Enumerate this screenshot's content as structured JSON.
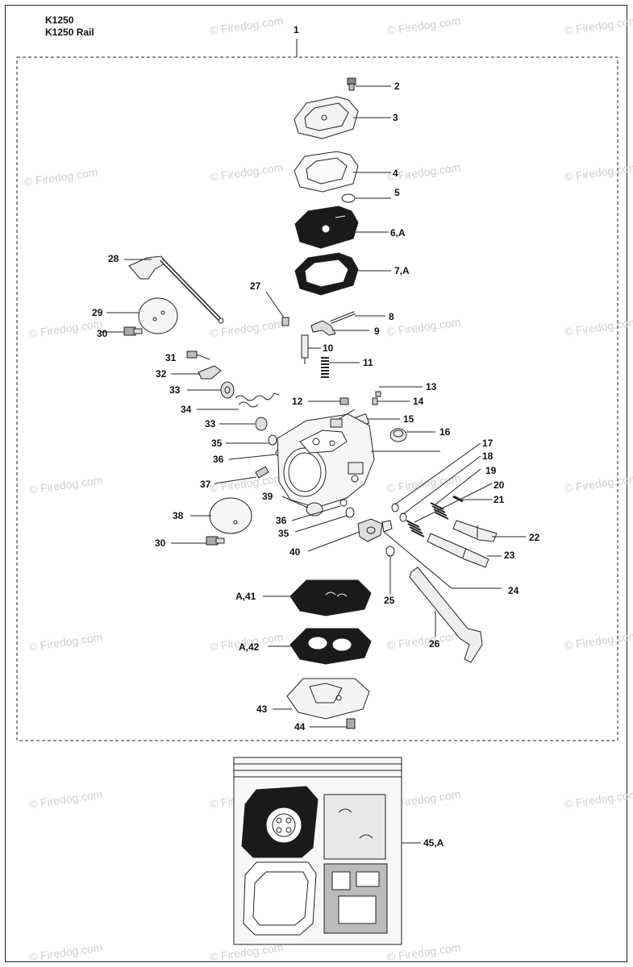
{
  "header": {
    "model_1": "K1250",
    "model_2": "K1250 Rail"
  },
  "watermark": "© Firedog.com",
  "labels": {
    "l1": "1",
    "l2": "2",
    "l3": "3",
    "l4": "4",
    "l5": "5",
    "l6": "6,A",
    "l7": "7,A",
    "l8": "8",
    "l9": "9",
    "l10": "10",
    "l11": "11",
    "l12": "12",
    "l13": "13",
    "l14": "14",
    "l15": "15",
    "l16": "16",
    "l17": "17",
    "l18": "18",
    "l19": "19",
    "l20": "20",
    "l21": "21",
    "l22": "22",
    "l23": "23",
    "l24": "24",
    "l25": "25",
    "l26": "26",
    "l27": "27",
    "l28": "28",
    "l29": "29",
    "l30a": "30",
    "l30b": "30",
    "l31": "31",
    "l32": "32",
    "l33a": "33",
    "l33b": "33",
    "l34": "34",
    "l35a": "35",
    "l35b": "35",
    "l36a": "36",
    "l36b": "36",
    "l37": "37",
    "l38": "38",
    "l39": "39",
    "l40": "40",
    "lA41": "A,41",
    "lA42": "A,42",
    "l43": "43",
    "l44": "44",
    "l45": "45,A"
  },
  "colors": {
    "line": "#222222",
    "dark_part": "#1a1a1a",
    "border": "#222222",
    "watermark": "#cfcfcf"
  }
}
